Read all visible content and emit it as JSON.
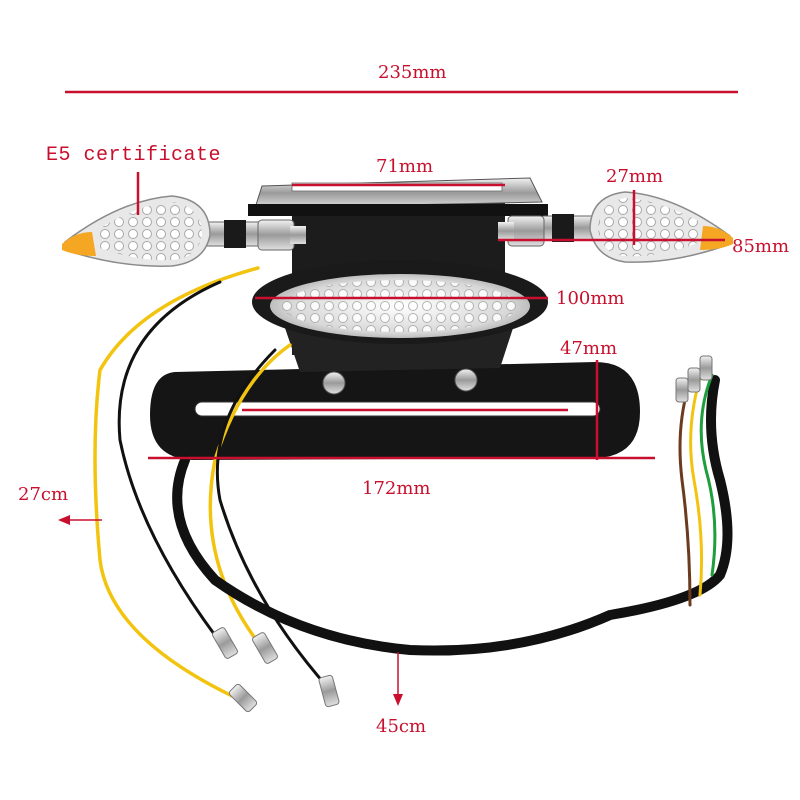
{
  "dimensions": {
    "overall_width": "235mm",
    "bracket_width": "71mm",
    "indicator_width": "27mm",
    "indicator_length": "85mm",
    "tail_lamp_width": "100mm",
    "plate_height": "47mm",
    "plate_width": "172mm",
    "left_wire_length": "27cm",
    "main_cable_length": "45cm"
  },
  "certification": "E5 certificate",
  "colors": {
    "dimension_line": "#c8102e",
    "bracket": "#1a1a1a",
    "indicator_lens": "#f5a623",
    "wire_yellow": "#f2c40f",
    "wire_black": "#111111",
    "wire_green": "#1e9e3c",
    "wire_brown": "#6b3b1f"
  }
}
